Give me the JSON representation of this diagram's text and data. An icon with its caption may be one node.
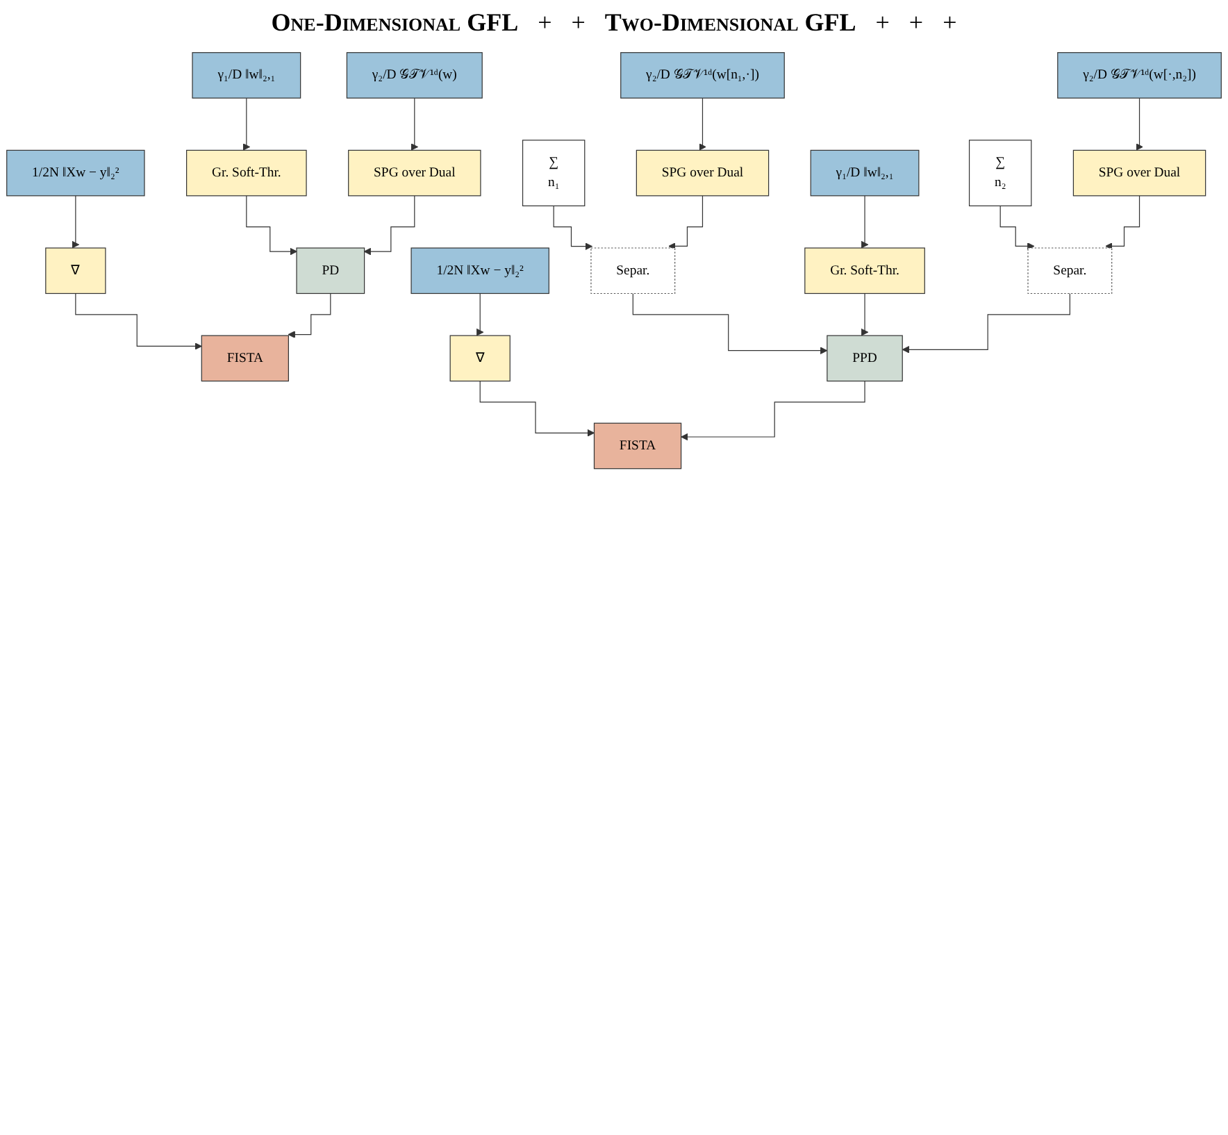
{
  "diagram": {
    "nodes": [
      {
        "text": [
          "1/2N ‖Xw − y‖₂²"
        ]
      },
      {
        "text": [
          "γ₁/D ‖w‖₂,₁"
        ]
      },
      {
        "text": [
          "γ₂/D 𝒢𝒯𝒱¹ᵈ(w)"
        ]
      },
      {
        "text": [
          "∇"
        ]
      },
      {
        "text": [
          "Gr. Soft-Thr."
        ]
      },
      {
        "text": [
          "SPG over Dual"
        ]
      },
      {
        "text": [
          "PD"
        ]
      },
      {
        "text": [
          "FISTA"
        ]
      },
      {
        "text": [
          "1/2N ‖Xw − y‖₂²"
        ]
      },
      {
        "text": [
          "γ₁/D ‖w‖₂,₁"
        ]
      },
      {
        "text": [
          "∑",
          "n₁"
        ]
      },
      {
        "text": [
          "γ₂/D 𝒢𝒯𝒱¹ᵈ(w[n₁,·])"
        ]
      },
      {
        "text": [
          "∑",
          "n₂"
        ]
      },
      {
        "text": [
          "γ₂/D 𝒢𝒯𝒱¹ᵈ(w[·,n₂])"
        ]
      },
      {
        "text": [
          "∇"
        ]
      },
      {
        "text": [
          "Gr. Soft-Thr."
        ]
      },
      {
        "text": [
          "SPG over Dual"
        ]
      },
      {
        "text": [
          "Separ."
        ]
      },
      {
        "text": [
          "SPG over Dual"
        ]
      },
      {
        "text": [
          "Separ."
        ]
      },
      {
        "text": [
          "PPD"
        ]
      },
      {
        "text": [
          "FISTA"
        ]
      }
    ],
    "edges": [
      {
        "from": 0,
        "to": 3,
        "arrow": "to"
      },
      {
        "from": 1,
        "to": 4,
        "arrow": "to"
      },
      {
        "from": 2,
        "to": 5,
        "arrow": "to"
      },
      {
        "from": 4,
        "to": 6,
        "arrow": "to"
      },
      {
        "from": 5,
        "to": 6,
        "arrow": "to"
      },
      {
        "from": 3,
        "to": 7,
        "arrow": "to"
      },
      {
        "from": 6,
        "to": 7,
        "arrow": "to"
      },
      {
        "from": 8,
        "to": 14,
        "arrow": "to"
      },
      {
        "from": 9,
        "to": 15,
        "arrow": "to"
      },
      {
        "from": 11,
        "to": 16,
        "arrow": "to"
      },
      {
        "from": 13,
        "to": 18,
        "arrow": "to"
      },
      {
        "from": 10,
        "to": 17,
        "arrow": "to"
      },
      {
        "from": 16,
        "to": 17,
        "arrow": "to"
      },
      {
        "from": 12,
        "to": 19,
        "arrow": "to"
      },
      {
        "from": 18,
        "to": 19,
        "arrow": "to"
      },
      {
        "from": 17,
        "to": 20,
        "arrow": "to"
      },
      {
        "from": 15,
        "to": 20,
        "arrow": "to"
      },
      {
        "from": 19,
        "to": 20,
        "arrow": "to"
      },
      {
        "from": 14,
        "to": 21,
        "arrow": "to"
      },
      {
        "from": 20,
        "to": 21,
        "arrow": "to"
      }
    ],
    "labels": [
      "One-Dimensional GFL",
      "+",
      "+",
      "Two-Dimensional GFL",
      "+",
      "+",
      "+"
    ]
  }
}
